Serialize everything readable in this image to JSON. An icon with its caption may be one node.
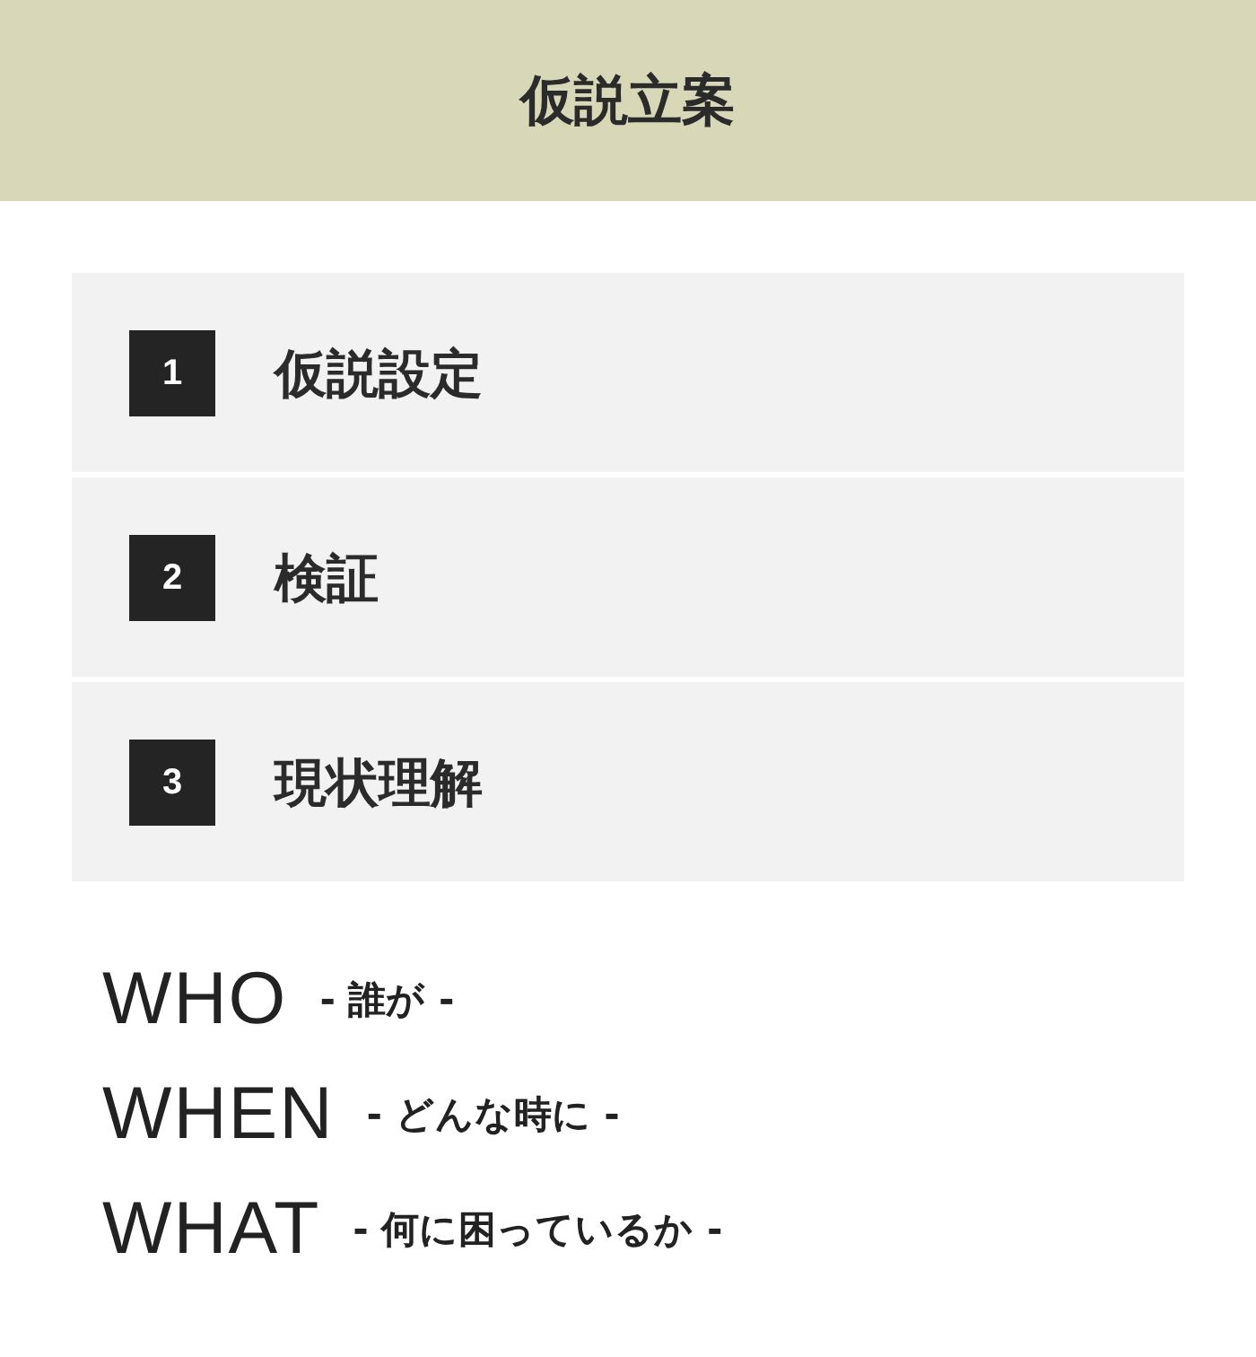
{
  "diagram": {
    "title": "仮説立案",
    "nodes": [
      {
        "text": [
          "1",
          "仮説設定"
        ]
      },
      {
        "text": [
          "2",
          "検証"
        ]
      },
      {
        "text": [
          "3",
          "現状理解"
        ]
      }
    ],
    "labels": [
      "WHO",
      "- 誰が -",
      "WHEN",
      "- どんな時に -",
      "WHAT",
      "- 何に困っているか -"
    ]
  }
}
